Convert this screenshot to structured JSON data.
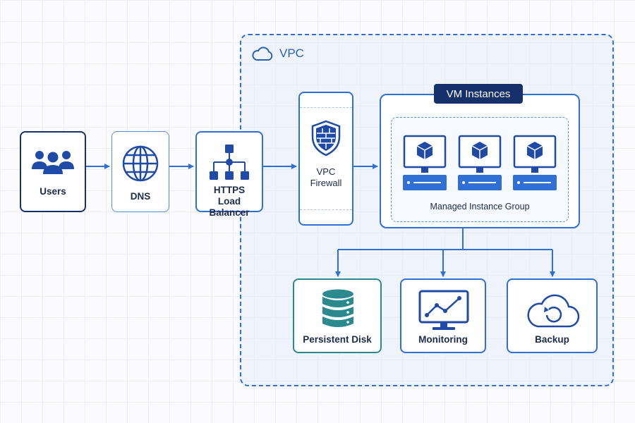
{
  "vpc": {
    "label": "VPC",
    "icon": "cloud-icon"
  },
  "nodes": {
    "users": {
      "label": "Users",
      "icon": "users-icon"
    },
    "dns": {
      "label": "DNS",
      "icon": "globe-icon"
    },
    "load_balancer": {
      "label_line1": "HTTPS",
      "label_line2": "Load Balancer",
      "icon": "network-tree-icon"
    },
    "firewall": {
      "label_line1": "VPC",
      "label_line2": "Firewall",
      "icon": "shield-firewall-icon"
    },
    "vm_instances": {
      "label": "VM Instances"
    },
    "managed_instance_group": {
      "label": "Managed Instance Group",
      "instance_count": 3,
      "instance_icon": "vm-monitor-icon"
    },
    "persistent_disk": {
      "label": "Persistent Disk",
      "icon": "database-icon"
    },
    "monitoring": {
      "label": "Monitoring",
      "icon": "monitor-chart-icon"
    },
    "backup": {
      "label": "Backup",
      "icon": "cloud-restore-icon"
    }
  },
  "colors": {
    "primary": "#2f6fd6",
    "dark_navy": "#15306a",
    "teal": "#2a8a8e",
    "vpc_fill": "#e6eefc"
  }
}
